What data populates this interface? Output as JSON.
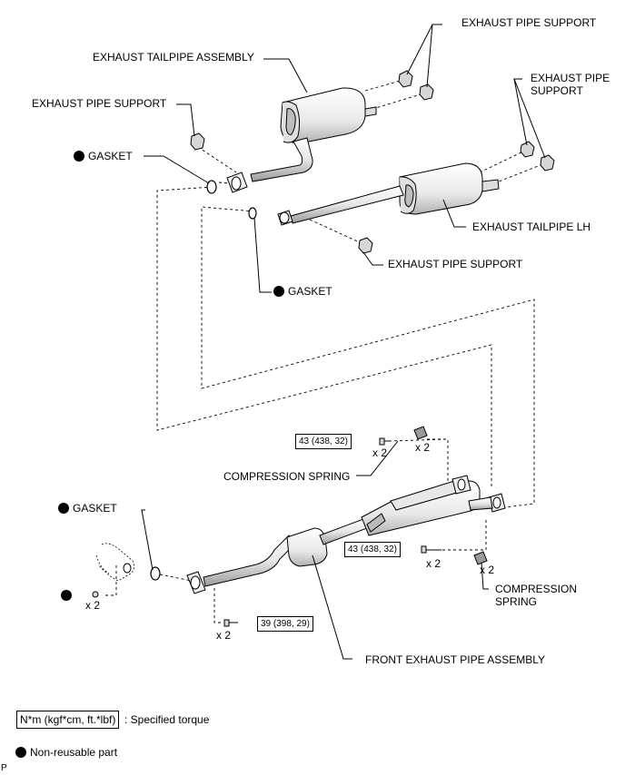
{
  "labels": {
    "exhaust_pipe_support_top": "EXHAUST PIPE SUPPORT",
    "exhaust_tailpipe_assembly": "EXHAUST TAILPIPE ASSEMBLY",
    "exhaust_pipe_support_left": "EXHAUST PIPE SUPPORT",
    "exhaust_pipe_support_right": "EXHAUST PIPE SUPPORT",
    "gasket_upper": "GASKET",
    "exhaust_tailpipe_lh": "EXHAUST TAILPIPE LH",
    "exhaust_pipe_support_mid": "EXHAUST PIPE SUPPORT",
    "gasket_mid": "GASKET",
    "compression_spring_upper": "COMPRESSION SPRING",
    "gasket_lower": "GASKET",
    "compression_spring_lower": "COMPRESSION SPRING",
    "front_exhaust_pipe_assembly": "FRONT EXHAUST PIPE ASSEMBLY"
  },
  "torque": {
    "upper": "43 (438, 32)",
    "right": "43 (438, 32)",
    "lower": "39 (398, 29)"
  },
  "quantities": {
    "bolt_upper": "x 2",
    "spring_upper": "x 2",
    "bolt_right": "x 2",
    "spring_right": "x 2",
    "nut_left": "x 2",
    "bolt_lower": "x 2"
  },
  "legend": {
    "torque_unit": "N*m (kgf*cm, ft.*lbf)",
    "torque_desc": ": Specified torque",
    "non_reusable": "Non-reusable part"
  },
  "corner_mark": "P",
  "colors": {
    "ink": "#000000",
    "background": "#ffffff",
    "part_fill": "#f4f4f4",
    "part_shade": "#cfcfcf"
  }
}
